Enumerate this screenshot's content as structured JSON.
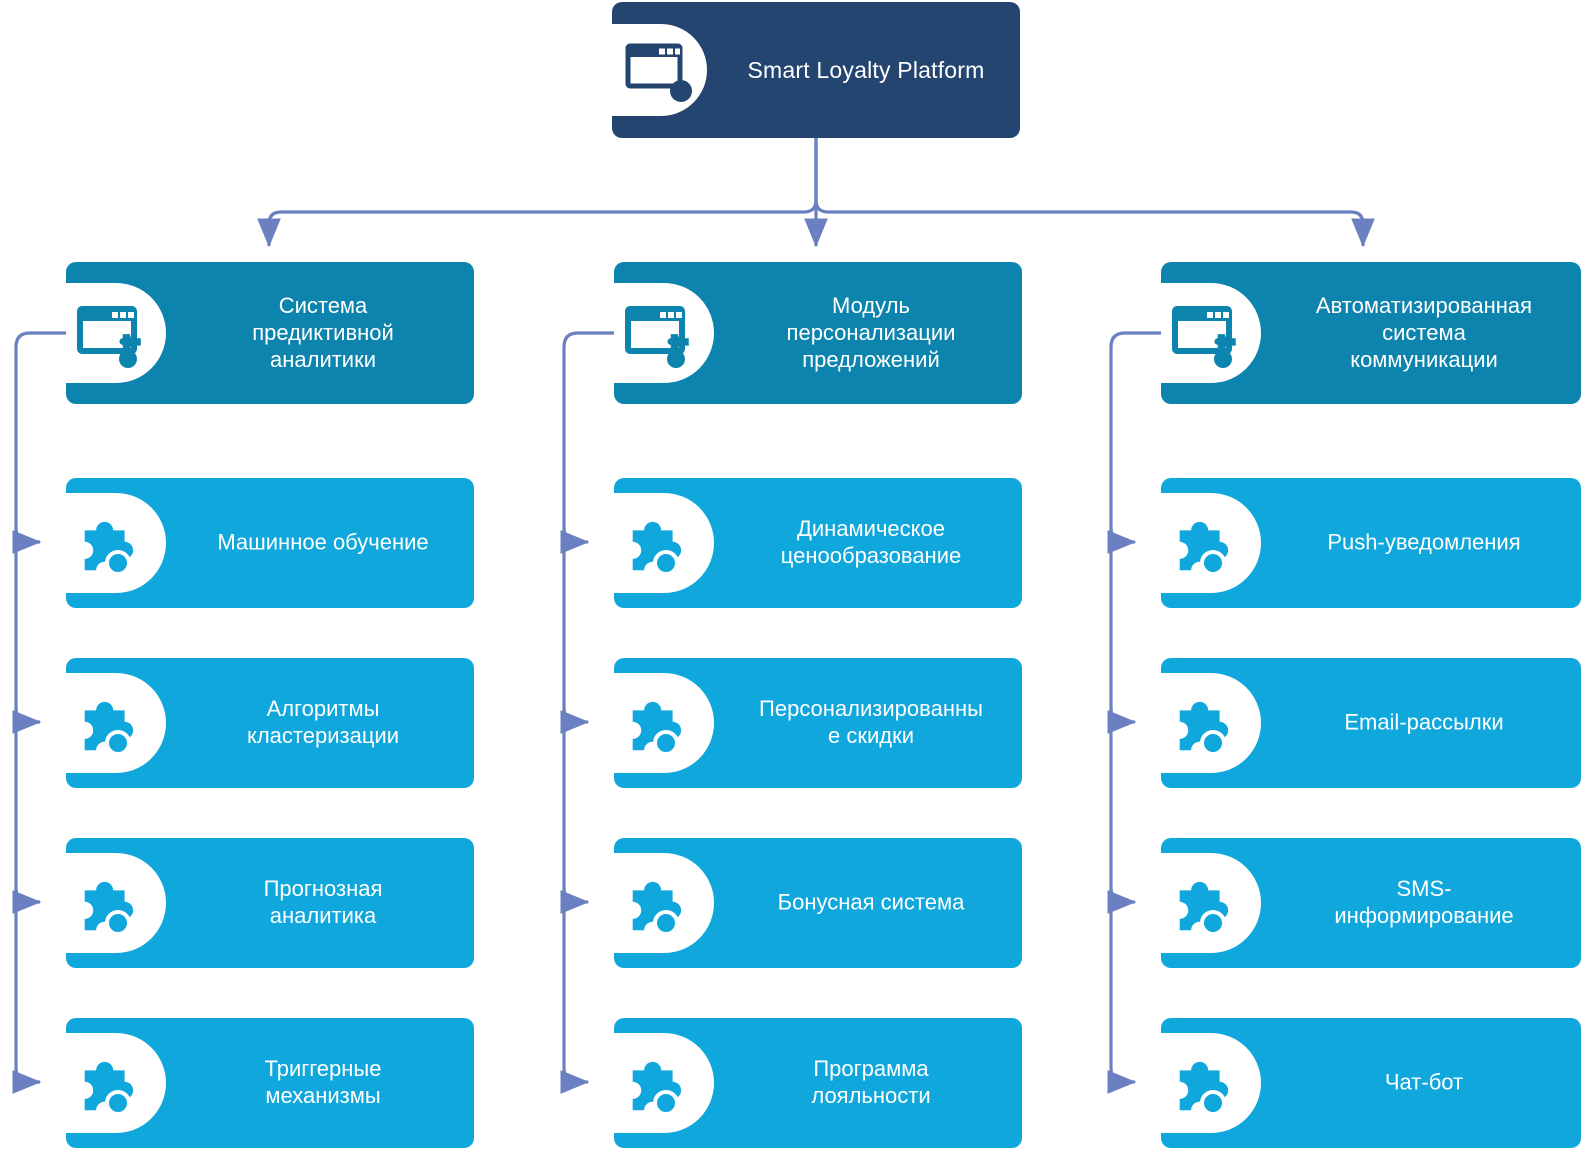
{
  "diagram": {
    "title": "Smart Loyalty Platform",
    "colors": {
      "root_bg": "#24456F",
      "level2_bg": "#0C84AE",
      "level3_bg": "#10A7DC",
      "connector": "#6B80C0",
      "text": "#FFFFFF",
      "badge_bg": "#FFFFFF",
      "page_bg": "#FFFFFF"
    },
    "root": {
      "label": "Smart Loyalty Platform",
      "icon": "window-dot-icon"
    },
    "branches": [
      {
        "id": "branch-predictive-analytics",
        "label": "Система\nпредиктивной\nаналитики",
        "icon": "window-gear-icon",
        "children": [
          {
            "id": "node-machine-learning",
            "label": "Машинное обучение",
            "icon": "puzzle-dot-icon"
          },
          {
            "id": "node-clustering",
            "label": "Алгоритмы\nкластеризации",
            "icon": "puzzle-dot-icon"
          },
          {
            "id": "node-predictive",
            "label": "Прогнозная\nаналитика",
            "icon": "puzzle-dot-icon"
          },
          {
            "id": "node-trigger-mechanisms",
            "label": "Триггерные\nмеханизмы",
            "icon": "puzzle-dot-icon"
          }
        ]
      },
      {
        "id": "branch-personalization",
        "label": "Модуль\nперсонализации\nпредложений",
        "icon": "window-gear-icon",
        "children": [
          {
            "id": "node-dynamic-pricing",
            "label": "Динамическое\nценообразование",
            "icon": "puzzle-dot-icon"
          },
          {
            "id": "node-personal-discounts",
            "label": "Персонализированны\nе скидки",
            "icon": "puzzle-dot-icon"
          },
          {
            "id": "node-bonus-system",
            "label": "Бонусная система",
            "icon": "puzzle-dot-icon"
          },
          {
            "id": "node-loyalty-program",
            "label": "Программа\nлояльности",
            "icon": "puzzle-dot-icon"
          }
        ]
      },
      {
        "id": "branch-communication",
        "label": "Автоматизированная\nсистема\nкоммуникации",
        "icon": "window-gear-icon",
        "children": [
          {
            "id": "node-push",
            "label": "Push-уведомления",
            "icon": "puzzle-dot-icon"
          },
          {
            "id": "node-email",
            "label": "Email-рассылки",
            "icon": "puzzle-dot-icon"
          },
          {
            "id": "node-sms",
            "label": "SMS-\nинформирование",
            "icon": "puzzle-dot-icon"
          },
          {
            "id": "node-chatbot",
            "label": "Чат-бот",
            "icon": "puzzle-dot-icon"
          }
        ]
      }
    ]
  }
}
